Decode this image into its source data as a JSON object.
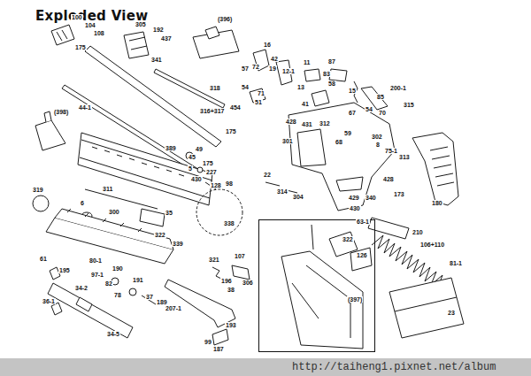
{
  "diagram": {
    "title": "Exploded View",
    "nodes": [
      {
        "text": [
          "322",
          "126",
          "(397)"
        ]
      },
      {
        "text": [
          "http://taiheng1.pixnet.net/album"
        ]
      }
    ],
    "labels": [
      "100",
      "104",
      "108",
      "175",
      "44-1",
      "(398)",
      "305",
      "192",
      "437",
      "341",
      "(396)",
      "318",
      "316+317",
      "454",
      "175",
      "389",
      "49",
      "45",
      "175",
      "5",
      "227",
      "430",
      "128",
      "98",
      "338",
      "16",
      "42",
      "57",
      "72",
      "19",
      "12-1",
      "11",
      "87",
      "83",
      "54",
      "71",
      "51",
      "13",
      "58",
      "15",
      "41",
      "85",
      "200-1",
      "315",
      "54",
      "70",
      "67",
      "428",
      "431",
      "312",
      "301",
      "59",
      "302",
      "68",
      "8",
      "75-1",
      "313",
      "22",
      "314",
      "304",
      "428",
      "429",
      "340",
      "430",
      "173",
      "180",
      "319",
      "311",
      "6",
      "300",
      "35",
      "322",
      "339",
      "61",
      "195",
      "80-1",
      "97-1",
      "190",
      "191",
      "82",
      "78",
      "36-1",
      "34-2",
      "37",
      "189",
      "207-1",
      "34-5",
      "38",
      "193",
      "99",
      "187",
      "321",
      "107",
      "196",
      "306",
      "63-1",
      "210",
      "106+110",
      "81-1",
      "23"
    ]
  }
}
